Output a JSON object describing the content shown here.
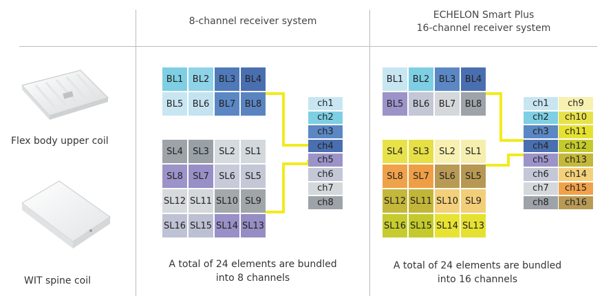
{
  "header": {
    "col1": "8-channel receiver system",
    "col2_line1": "ECHELON Smart Plus",
    "col2_line2": "16-channel receiver system"
  },
  "rows": {
    "upper_label": "Flex body upper coil",
    "lower_label": "WIT spine coil"
  },
  "left": {
    "bl": [
      {
        "t": "BL1",
        "c": "#7ecfe3"
      },
      {
        "t": "BL2",
        "c": "#8fd3e8"
      },
      {
        "t": "BL3",
        "c": "#4f79b8"
      },
      {
        "t": "BL4",
        "c": "#4a6fb0"
      },
      {
        "t": "BL5",
        "c": "#c8e6f2"
      },
      {
        "t": "BL6",
        "c": "#c3e3f0"
      },
      {
        "t": "BL7",
        "c": "#5b87c4"
      },
      {
        "t": "BL8",
        "c": "#5a84c0"
      }
    ],
    "sl": [
      {
        "t": "SL4",
        "c": "#9da3a8"
      },
      {
        "t": "SL3",
        "c": "#9aa1a6"
      },
      {
        "t": "SL2",
        "c": "#d4dade"
      },
      {
        "t": "SL1",
        "c": "#d2d8dc"
      },
      {
        "t": "SL8",
        "c": "#9c93c9"
      },
      {
        "t": "SL7",
        "c": "#988fc6"
      },
      {
        "t": "SL6",
        "c": "#c6cad9"
      },
      {
        "t": "SL5",
        "c": "#c3c7d6"
      },
      {
        "t": "SL12",
        "c": "#d6dadd"
      },
      {
        "t": "SL11",
        "c": "#d4d8db"
      },
      {
        "t": "SL10",
        "c": "#a3a8ab"
      },
      {
        "t": "SL9",
        "c": "#a0a5a8"
      },
      {
        "t": "SL16",
        "c": "#bfc2d4"
      },
      {
        "t": "SL15",
        "c": "#bcc0d2"
      },
      {
        "t": "SL14",
        "c": "#9990c7"
      },
      {
        "t": "SL13",
        "c": "#968dc4"
      }
    ],
    "channels": [
      {
        "t": "ch1",
        "c": "#c8e6f2"
      },
      {
        "t": "ch2",
        "c": "#7ecfe3"
      },
      {
        "t": "ch3",
        "c": "#5b87c4"
      },
      {
        "t": "ch4",
        "c": "#4a6fb0"
      },
      {
        "t": "ch5",
        "c": "#9c93c9"
      },
      {
        "t": "ch6",
        "c": "#c3c7d6"
      },
      {
        "t": "ch7",
        "c": "#d4d8db"
      },
      {
        "t": "ch8",
        "c": "#9da3a8"
      }
    ],
    "note_line1": "A total of 24 elements are bundled",
    "note_line2": "into 8 channels"
  },
  "right": {
    "bl": [
      {
        "t": "BL1",
        "c": "#c8e6f2"
      },
      {
        "t": "BL2",
        "c": "#7ecfe3"
      },
      {
        "t": "BL3",
        "c": "#5b87c4"
      },
      {
        "t": "BL4",
        "c": "#4a6fb0"
      },
      {
        "t": "BL5",
        "c": "#9c93c9"
      },
      {
        "t": "BL6",
        "c": "#c3c7d6"
      },
      {
        "t": "BL7",
        "c": "#d4d8db"
      },
      {
        "t": "BL8",
        "c": "#9da3a8"
      }
    ],
    "sl": [
      {
        "t": "SL4",
        "c": "#e8e24a"
      },
      {
        "t": "SL3",
        "c": "#e6df46"
      },
      {
        "t": "SL2",
        "c": "#f7f0b0"
      },
      {
        "t": "SL1",
        "c": "#f5eeae"
      },
      {
        "t": "SL8",
        "c": "#f0a24a"
      },
      {
        "t": "SL7",
        "c": "#ee9f46"
      },
      {
        "t": "SL6",
        "c": "#b99a55"
      },
      {
        "t": "SL5",
        "c": "#b79852"
      },
      {
        "t": "SL12",
        "c": "#c4b83a"
      },
      {
        "t": "SL11",
        "c": "#c2b638"
      },
      {
        "t": "SL10",
        "c": "#f4d07a"
      },
      {
        "t": "SL9",
        "c": "#f2ce78"
      },
      {
        "t": "SL16",
        "c": "#c6cc2e"
      },
      {
        "t": "SL15",
        "c": "#c4ca2c"
      },
      {
        "t": "SL14",
        "c": "#e8e332"
      },
      {
        "t": "SL13",
        "c": "#e6e130"
      }
    ],
    "channels_a": [
      {
        "t": "ch1",
        "c": "#c8e6f2"
      },
      {
        "t": "ch2",
        "c": "#7ecfe3"
      },
      {
        "t": "ch3",
        "c": "#5b87c4"
      },
      {
        "t": "ch4",
        "c": "#4a6fb0"
      },
      {
        "t": "ch5",
        "c": "#9c93c9"
      },
      {
        "t": "ch6",
        "c": "#c3c7d6"
      },
      {
        "t": "ch7",
        "c": "#d4d8db"
      },
      {
        "t": "ch8",
        "c": "#9da3a8"
      }
    ],
    "channels_b": [
      {
        "t": "ch9",
        "c": "#f7f0b0"
      },
      {
        "t": "ch10",
        "c": "#e8e24a"
      },
      {
        "t": "ch11",
        "c": "#e6e130"
      },
      {
        "t": "ch12",
        "c": "#c4ca2c"
      },
      {
        "t": "ch13",
        "c": "#c4b83a"
      },
      {
        "t": "ch14",
        "c": "#f4d07a"
      },
      {
        "t": "ch15",
        "c": "#f0a24a"
      },
      {
        "t": "ch16",
        "c": "#b99a55"
      }
    ],
    "note_line1": "A total of 24 elements are bundled",
    "note_line2": "into 16 channels"
  },
  "colors": {
    "wire": "#f2ea1e",
    "divider": "#bbbbbb"
  },
  "icons": {
    "upper_coil": "flex-body-coil-image",
    "lower_coil": "spine-coil-image"
  }
}
